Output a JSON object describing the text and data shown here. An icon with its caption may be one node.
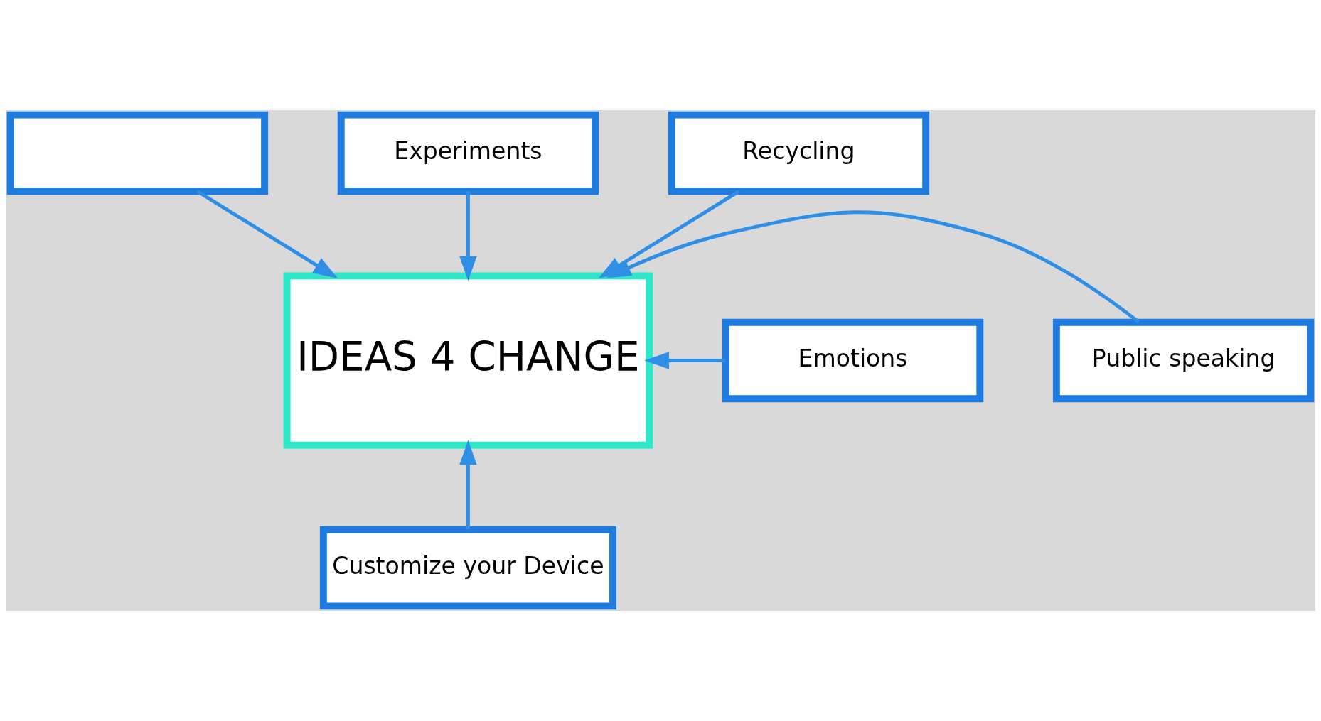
{
  "diagram": {
    "nodes": [
      {
        "text": [
          "Experiments"
        ]
      },
      {
        "text": [],
        "shape": "box"
      },
      {
        "text": [
          "Recycling"
        ]
      },
      {
        "text": [
          "IDEAS 4 CHANGE"
        ]
      },
      {
        "text": [
          "Emotions"
        ]
      },
      {
        "text": [
          "Public speaking"
        ]
      },
      {
        "text": [
          "Customize your Device"
        ]
      }
    ],
    "edges": [
      {
        "from": 0,
        "to": 3,
        "arrow": "to"
      },
      {
        "from": 1,
        "to": 3,
        "arrow": "to"
      },
      {
        "from": 2,
        "to": 3,
        "arrow": "to"
      },
      {
        "from": 4,
        "to": 3,
        "arrow": "to"
      },
      {
        "from": 5,
        "to": 3,
        "arrow": "to"
      },
      {
        "from": 6,
        "to": 3,
        "arrow": "to"
      }
    ]
  }
}
